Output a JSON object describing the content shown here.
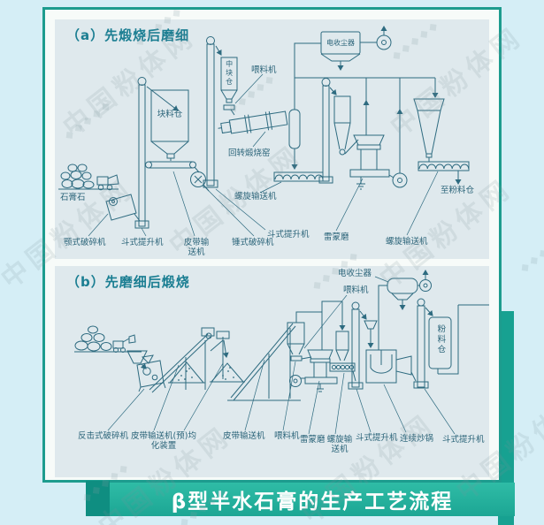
{
  "watermark": {
    "text": "中国粉体网",
    "diamonds": "◆◆◆◆◆"
  },
  "footer": {
    "title": "β型半水石膏的生产工艺流程"
  },
  "diagram_a": {
    "title": "（a）先煅烧后磨细",
    "labels": {
      "gypsum_stone": "石膏石",
      "block_bin": "块料仓",
      "mid_block_bin": "中块仓",
      "feeder": "喂料机",
      "rotary_kiln": "回转煅烧窑",
      "esp": "电收尘器",
      "screw_conveyor_1": "螺旋输送机",
      "jaw_crusher": "颚式破碎机",
      "bucket_elevator_1": "斗式提升机",
      "belt_conveyor": "皮带输送机",
      "hammer_crusher": "锤式破碎机",
      "bucket_elevator_2": "斗式提升机",
      "raymond_mill": "雷蒙磨",
      "screw_conveyor_2": "螺旋输送机",
      "to_powder_bin": "至粉料仓"
    }
  },
  "diagram_b": {
    "title": "（b）先磨细后煅烧",
    "labels": {
      "esp": "电收尘器",
      "feeder_top": "喂料机",
      "powder_bin": "粉料仓",
      "impact_crusher": "反击式破碎机",
      "belt_conveyor_homogenizer": "皮带输送机(预)均化装置",
      "belt_conveyor_2": "皮带输送机",
      "feeder": "喂料机",
      "raymond_mill": "雷蒙磨",
      "screw_conveyor": "螺旋输送机",
      "bucket_elevator_1": "斗式提升机",
      "continuous_kettle": "连续炒锅",
      "bucket_elevator_2": "斗式提升机"
    }
  }
}
